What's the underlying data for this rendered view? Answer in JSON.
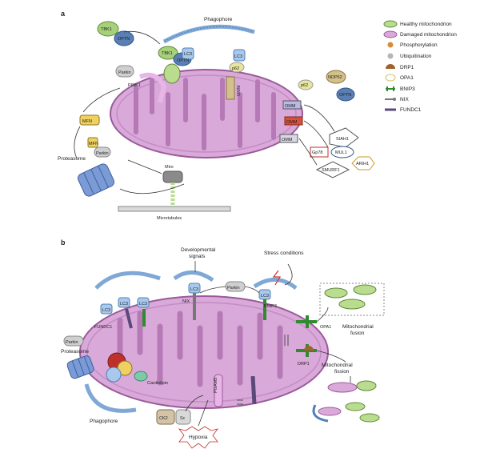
{
  "panels": {
    "a": "a",
    "b": "b"
  },
  "legend": [
    {
      "key": "healthy",
      "label": "Healthy mitochondrion"
    },
    {
      "key": "damaged",
      "label": "Damaged mitochondrion"
    },
    {
      "key": "phos",
      "label": "Phosphorylation"
    },
    {
      "key": "ubiq",
      "label": "Ubiquitination"
    },
    {
      "key": "drp1",
      "label": "DRP1"
    },
    {
      "key": "opa1",
      "label": "OPA1"
    },
    {
      "key": "bnip3",
      "label": "BNIP3"
    },
    {
      "key": "nix",
      "label": "NIX"
    },
    {
      "key": "fundc1",
      "label": "FUNDC1"
    }
  ],
  "a": {
    "phagophore": "Phagophore",
    "tbk1": "TBK1",
    "optn": "OPTN",
    "parkin": "Parkin",
    "pink1": "PINK1",
    "lc3": "LC3",
    "p62": "p62",
    "omm": "OMM",
    "ndp52": "NDP52",
    "mfn": "MFN",
    "proteasome": "Proteasome",
    "miro": "Miro",
    "microtubules": "Microtubules",
    "siah1": "SIAH1",
    "gp78": "Gp78",
    "mul1": "MUL1",
    "arih1": "ARIH1",
    "smurf1": "SMURF1"
  },
  "b": {
    "dev_signals": "Developmental\nsignals",
    "stress": "Stress conditions",
    "parkin": "Parkin",
    "lc3": "LC3",
    "nix": "NIX",
    "bnip3": "BNIP3",
    "fundc1": "FUNDC1",
    "proteasome": "Proteasome",
    "cardiolipin": "Cardiolipin",
    "phagophore": "Phagophore",
    "opa1": "OPA1",
    "drp1": "DRP1",
    "fusion": "Mitochondrial\nfusion",
    "fission": "Mitochondrial\nfission",
    "ck2": "CK2",
    "src": "Sc",
    "pgam5": "PGAM5",
    "hypoxia": "Hypoxia"
  },
  "colors": {
    "mito_fill": "#d9a9d9",
    "mito_stroke": "#9a5a9a",
    "cristae": "#c58bc6",
    "phagophore": "#7fa8d6",
    "healthy": "#b9dc8f",
    "tbk1": "#a7d07a",
    "optn": "#5a7fb4",
    "phos": "#d98a3a",
    "ubiq": "#b5b5b5",
    "bnip3": "#2e8b2e",
    "nix": "#777777",
    "fundc1": "#5a4a7a",
    "drp1": "#a0622a",
    "proteasome": "#7b9bd6",
    "parkin": "#cfcfcf"
  }
}
